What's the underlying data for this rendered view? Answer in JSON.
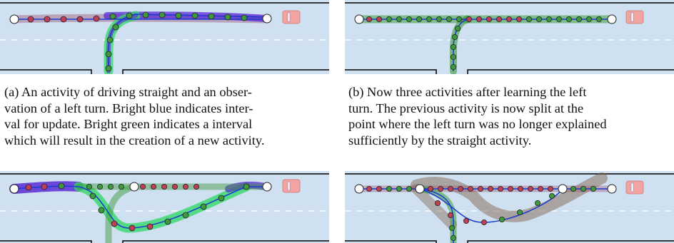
{
  "colors": {
    "road": "#cfe0f0",
    "lane_marking": "#ffffff",
    "road_edge": "#000000",
    "car": "#f4a3a3",
    "bright_blue": "#5b2bd6",
    "bright_green": "#34d86a",
    "trajectory": "#1a3bd0",
    "node_green": "#3f9a3f",
    "node_red": "#c0405a",
    "end_node": "#ffffff"
  },
  "captions": {
    "a": {
      "lines": [
        "(a) An activity of driving straight and an obser-",
        "vation of a left turn. Bright blue indicates inter-",
        "val for update. Bright green indicates a interval",
        "which will result in the creation of a new activity."
      ]
    },
    "b": {
      "lines": [
        "(b) Now three activities after learning the left",
        "turn. The previous activity is now split at the",
        "point where the left turn was no longer explained",
        "sufficiently by the straight activity."
      ]
    }
  }
}
